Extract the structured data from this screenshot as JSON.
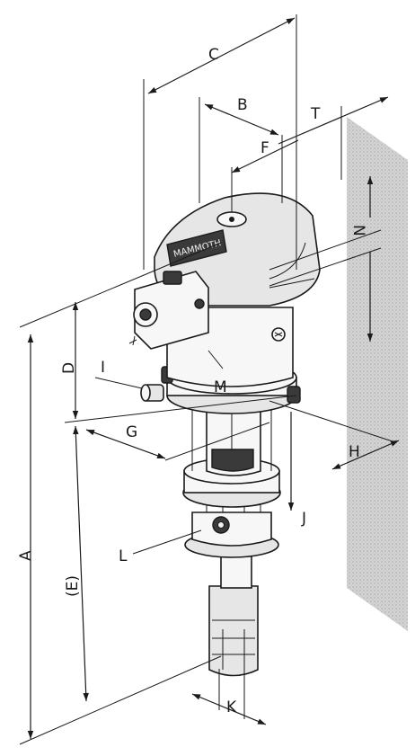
{
  "labels": {
    "A": "A",
    "B": "B",
    "C": "C",
    "D": "D",
    "E": "(E)",
    "F": "F",
    "G": "G",
    "H": "H",
    "I": "I",
    "J": "J",
    "K": "K",
    "L": "L",
    "M": "M",
    "N": "N",
    "T": "T"
  },
  "nameplate_text": "MAMMOTH",
  "colors": {
    "line": "#1a1a1a",
    "wall": "#c8c8c8",
    "body_light": "#f7f7f7",
    "body_mid": "#e6e6e6",
    "body_dark": "#3a3a3a"
  }
}
